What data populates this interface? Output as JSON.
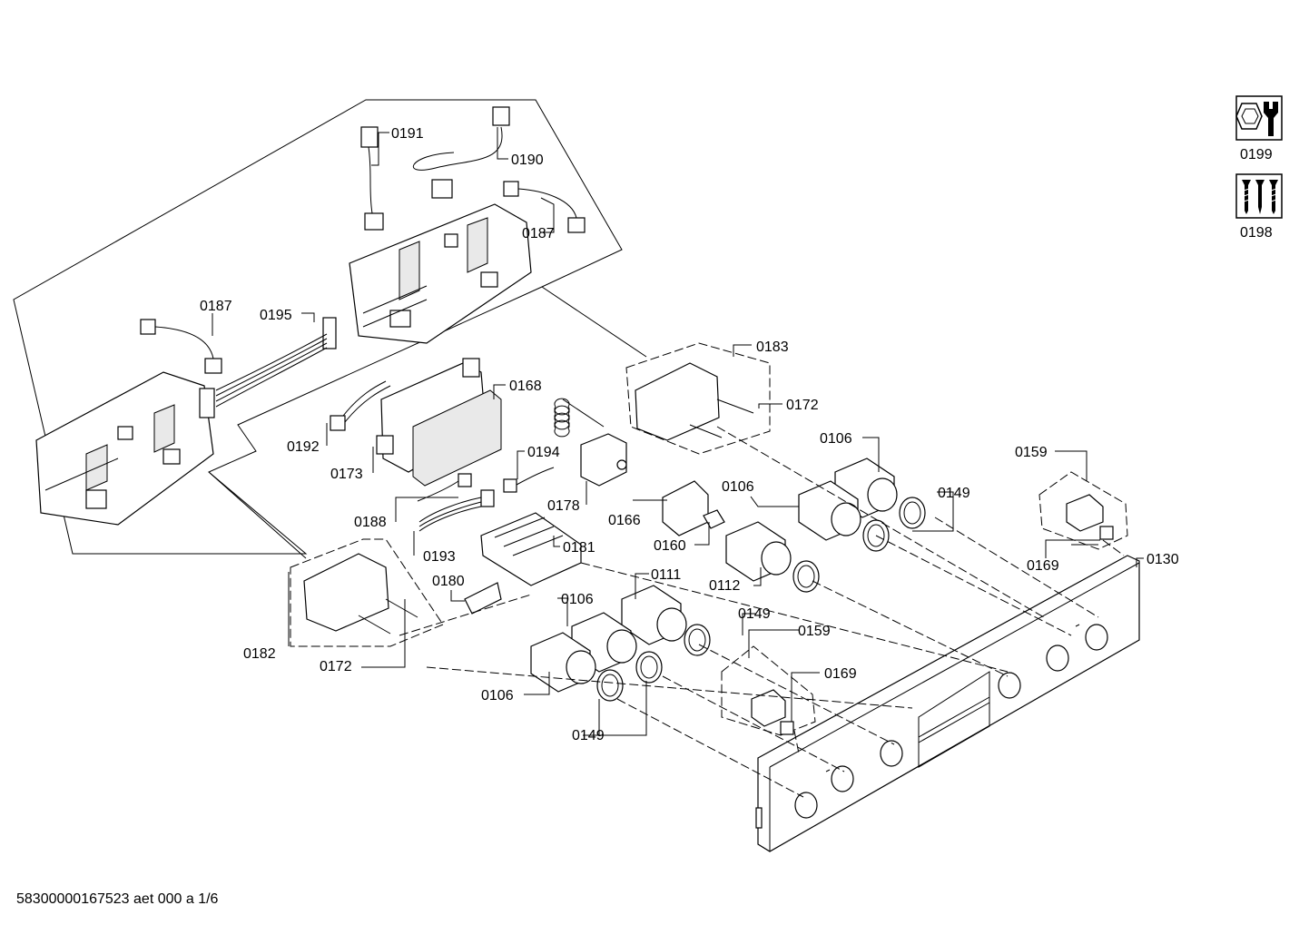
{
  "labels": {
    "l0191": "0191",
    "l0190": "0190",
    "l0187a": "0187",
    "l0187b": "0187",
    "l0195": "0195",
    "l0168": "0168",
    "l0192": "0192",
    "l0173": "0173",
    "l0194": "0194",
    "l0178": "0178",
    "l0188": "0188",
    "l0193": "0193",
    "l0181": "0181",
    "l0180": "0180",
    "l0166": "0166",
    "l0160": "0160",
    "l0183": "0183",
    "l0172a": "0172",
    "l0172b": "0172",
    "l0106a": "0106",
    "l0106b": "0106",
    "l0106c": "0106",
    "l0106d": "0106",
    "l0149a": "0149",
    "l0149b": "0149",
    "l0149c": "0149",
    "l0111": "0111",
    "l0112": "0112",
    "l0159a": "0159",
    "l0159b": "0159",
    "l0169a": "0169",
    "l0169b": "0169",
    "l0130": "0130",
    "l0182": "0182",
    "l0199": "0199",
    "l0198": "0198"
  },
  "footer": "58300000167523 aet 000 a 1/6"
}
